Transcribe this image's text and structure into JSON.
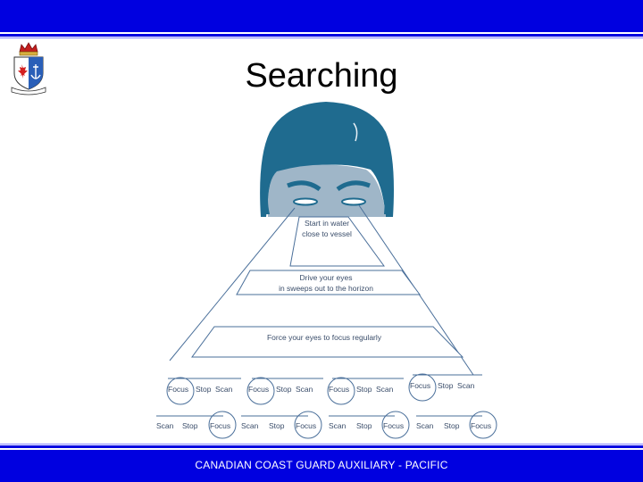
{
  "slide": {
    "title": "Searching",
    "footer": "CANADIAN COAST GUARD AUXILIARY - PACIFIC"
  },
  "diagram": {
    "tiers": [
      {
        "line1": "Start in water",
        "line2": "close to vessel"
      },
      {
        "line1": "Drive your eyes",
        "line2": "in sweeps out to the horizon"
      },
      {
        "line1": "Force your eyes to focus regularly",
        "line2": ""
      }
    ],
    "row1": [
      "Focus",
      "Stop",
      "Scan",
      "Focus",
      "Stop",
      "Scan",
      "Focus",
      "Stop",
      "Scan",
      "Focus",
      "Stop",
      "Scan"
    ],
    "row2": [
      "Scan",
      "Stop",
      "Focus",
      "Scan",
      "Stop",
      "Focus",
      "Scan",
      "Stop",
      "Focus",
      "Scan",
      "Stop",
      "Focus"
    ]
  },
  "logo": {
    "emblem": "maple-leaf-crest",
    "colors": {
      "red": "#d42020",
      "blue": "#2a5fb8"
    }
  },
  "colors": {
    "bar_blue": "#0000e0",
    "head_dark": "#1f6b8f",
    "head_light": "#9fb6c8",
    "line": "#4a6f9a"
  }
}
